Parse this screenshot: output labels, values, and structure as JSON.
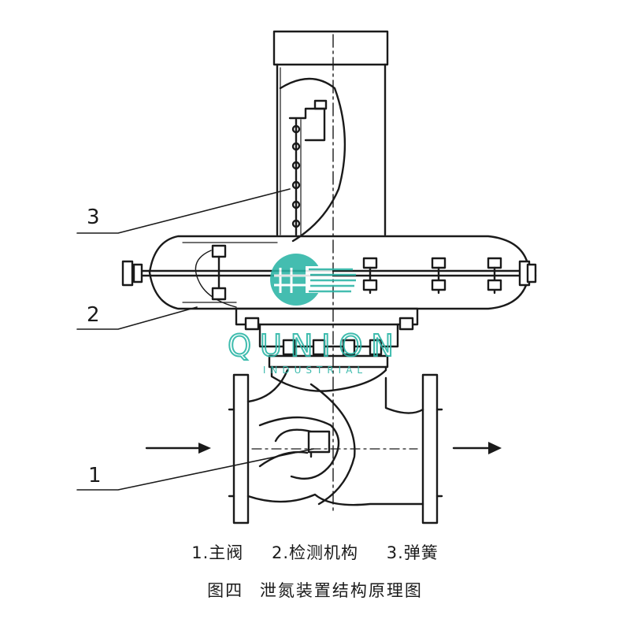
{
  "callouts": {
    "c1": "1",
    "c2": "2",
    "c3": "3"
  },
  "legend": {
    "item1": "1.主阀",
    "item2": "2.检测机构",
    "item3": "3.弹簧"
  },
  "figure": {
    "number": "图四",
    "title": "泄氮装置结构原理图"
  },
  "watermark": {
    "brand": "QUNION",
    "sub": "INDUSTRIAL",
    "color": "#2bb5a6"
  }
}
